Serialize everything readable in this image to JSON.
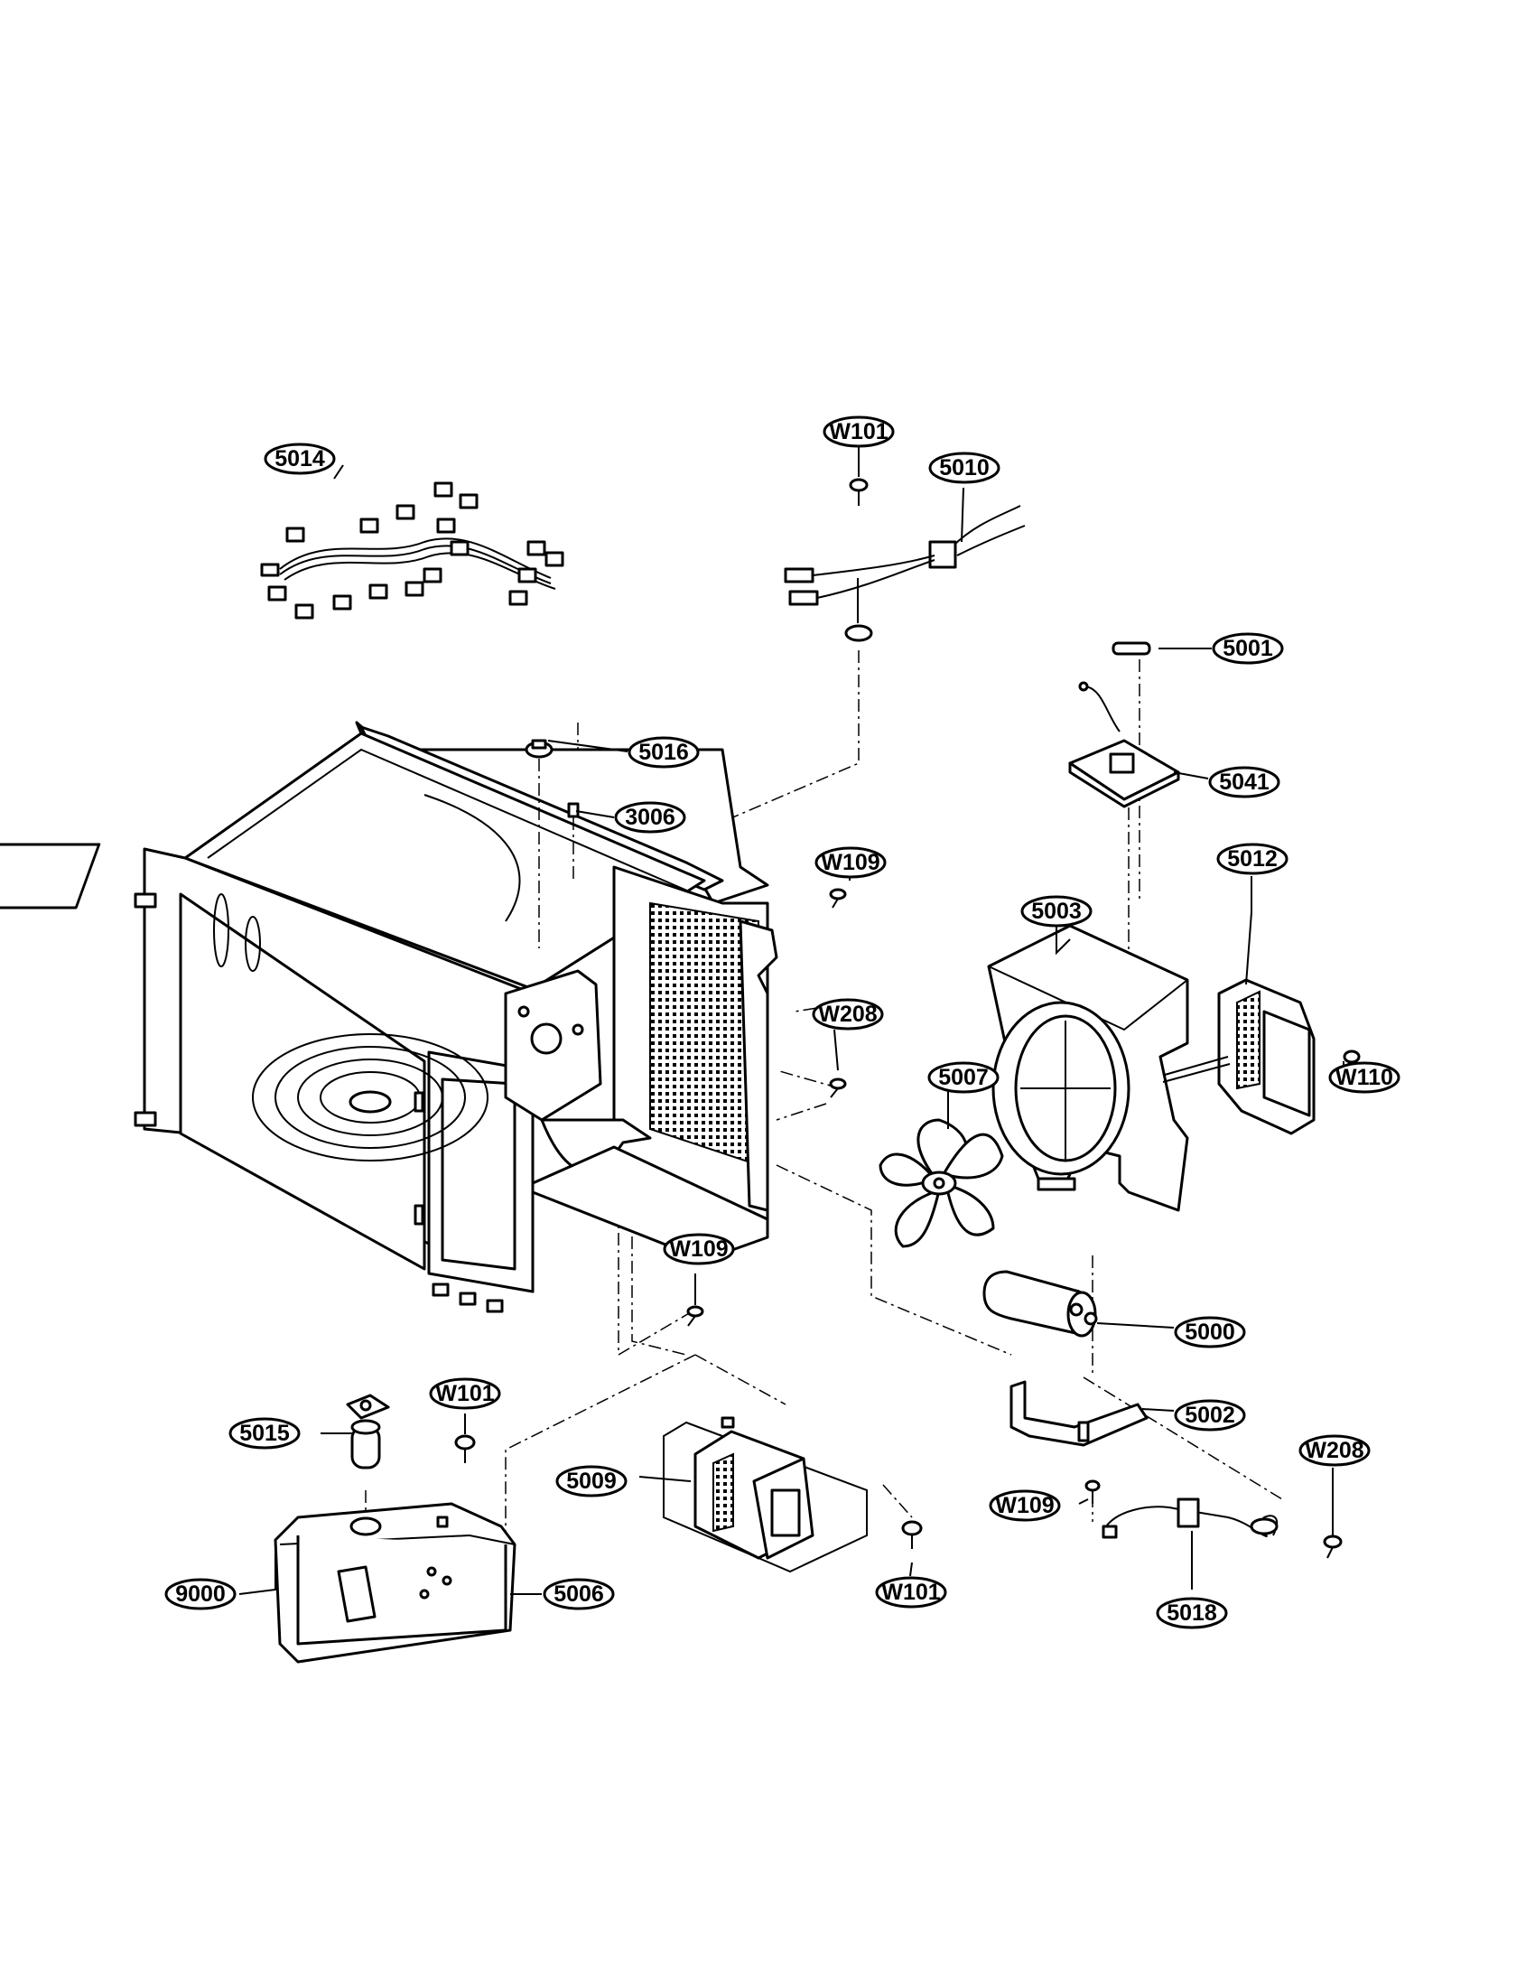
{
  "diagram": {
    "callouts": [
      {
        "id": "c5014",
        "label": "5014"
      },
      {
        "id": "cW101a",
        "label": "W101"
      },
      {
        "id": "c5010",
        "label": "5010"
      },
      {
        "id": "c5001",
        "label": "5001"
      },
      {
        "id": "c5016",
        "label": "5016"
      },
      {
        "id": "c3006",
        "label": "3006"
      },
      {
        "id": "c5041",
        "label": "5041"
      },
      {
        "id": "cW109a",
        "label": "W109"
      },
      {
        "id": "c5012",
        "label": "5012"
      },
      {
        "id": "c5003",
        "label": "5003"
      },
      {
        "id": "cW208a",
        "label": "W208"
      },
      {
        "id": "c5007",
        "label": "5007"
      },
      {
        "id": "cW110",
        "label": "W110"
      },
      {
        "id": "cW109b",
        "label": "W109"
      },
      {
        "id": "c5000",
        "label": "5000"
      },
      {
        "id": "cW101b",
        "label": "W101"
      },
      {
        "id": "c5002",
        "label": "5002"
      },
      {
        "id": "c5015",
        "label": "5015"
      },
      {
        "id": "c5009",
        "label": "5009"
      },
      {
        "id": "cW109c",
        "label": "W109"
      },
      {
        "id": "cW208b",
        "label": "W208"
      },
      {
        "id": "c9000",
        "label": "9000"
      },
      {
        "id": "c5006",
        "label": "5006"
      },
      {
        "id": "cW101c",
        "label": "W101"
      },
      {
        "id": "c5018",
        "label": "5018"
      }
    ]
  }
}
